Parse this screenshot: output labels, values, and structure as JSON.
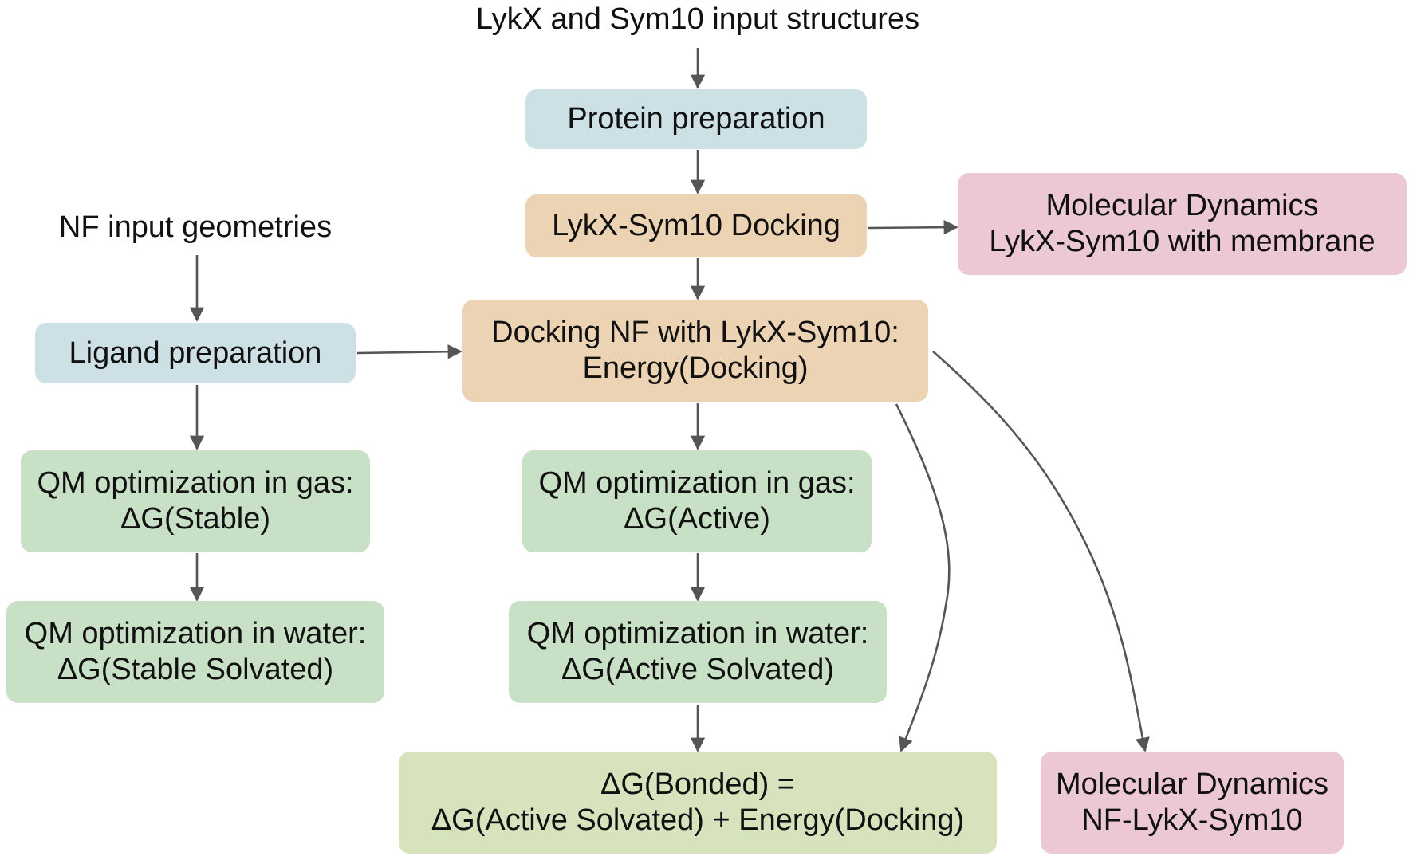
{
  "colors": {
    "prep": "#cde0e6",
    "docking": "#ecd3b3",
    "qm": "#c8e1c6",
    "bonded": "#d7e3bd",
    "md": "#ecc8d4",
    "arrow": "#555555",
    "text": "#111111"
  },
  "labels": {
    "top_input": "LykX and Sym10 input structures",
    "nf_input": "NF input geometries"
  },
  "nodes": {
    "protein_prep": {
      "line1": "Protein preparation"
    },
    "lykx_docking": {
      "line1": "LykX-Sym10 Docking"
    },
    "md_membrane": {
      "line1": "Molecular Dynamics",
      "line2": "LykX-Sym10 with membrane"
    },
    "ligand_prep": {
      "line1": "Ligand preparation"
    },
    "docking_nf": {
      "line1": "Docking NF with LykX-Sym10:",
      "line2": "Energy(Docking)"
    },
    "qm_gas_stable": {
      "line1": "QM optimization in gas:",
      "line2": "ΔG(Stable)"
    },
    "qm_gas_active": {
      "line1": "QM optimization in gas:",
      "line2": "ΔG(Active)"
    },
    "qm_water_stable": {
      "line1": "QM optimization in water:",
      "line2": "ΔG(Stable Solvated)"
    },
    "qm_water_active": {
      "line1": "QM optimization in water:",
      "line2": "ΔG(Active Solvated)"
    },
    "bonded": {
      "line1": "ΔG(Bonded) =",
      "line2": "ΔG(Active Solvated) + Energy(Docking)"
    },
    "md_nf": {
      "line1": "Molecular Dynamics",
      "line2": "NF-LykX-Sym10"
    }
  }
}
